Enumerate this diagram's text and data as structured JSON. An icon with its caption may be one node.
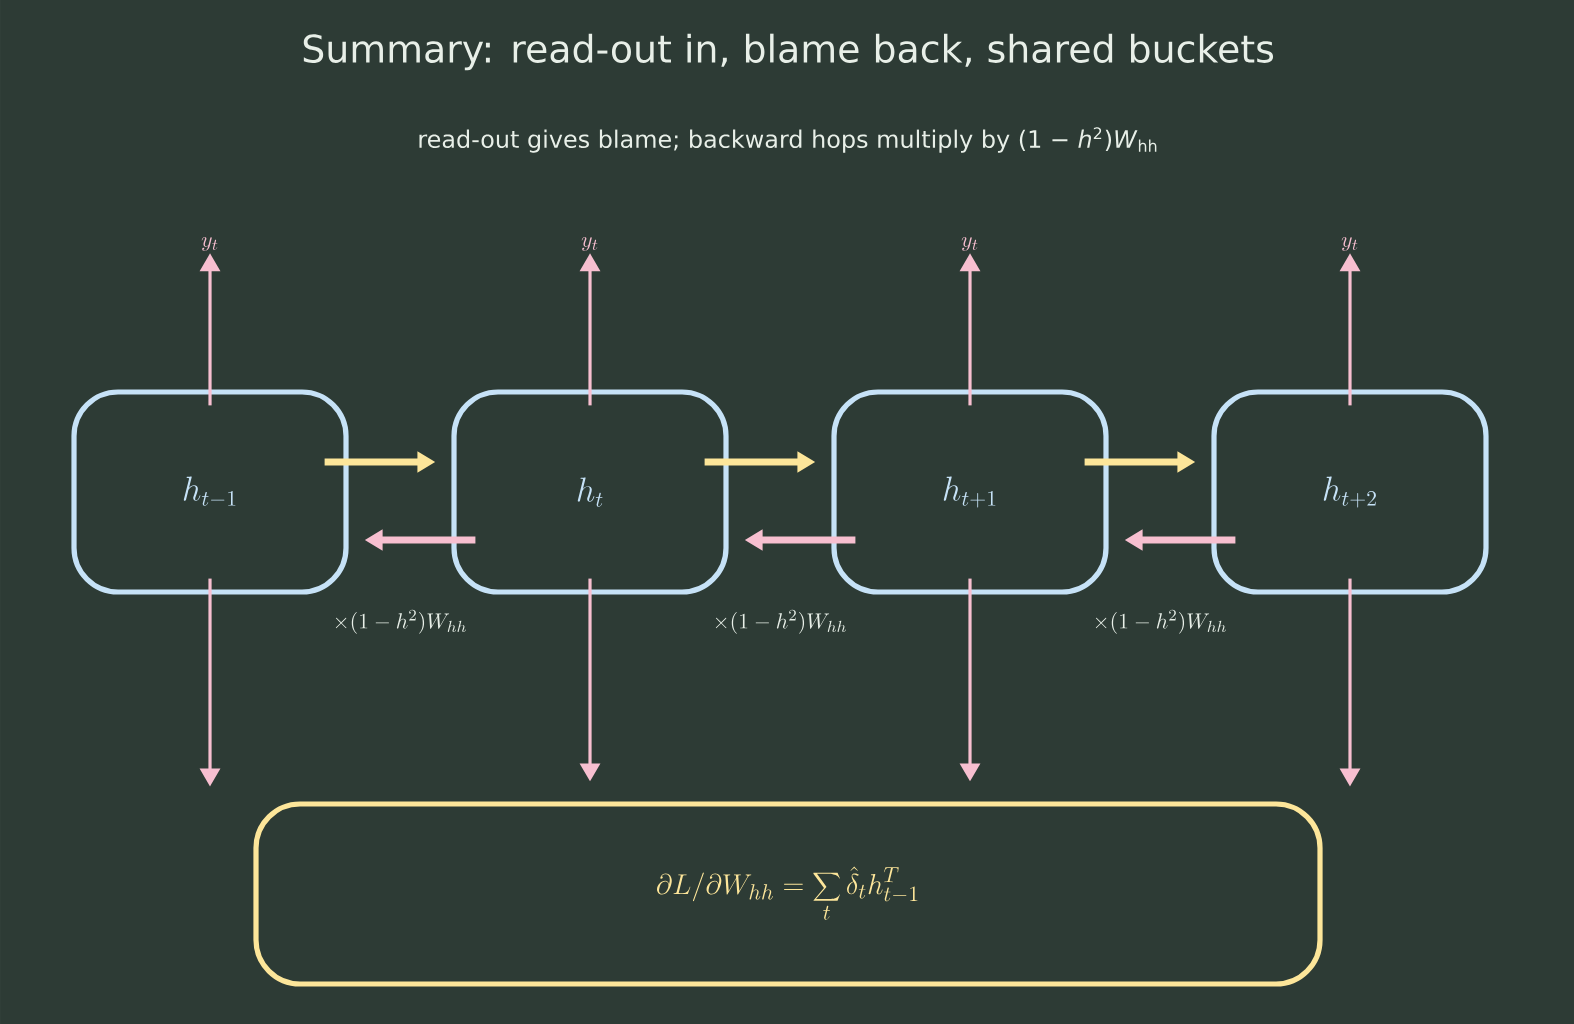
{
  "diagram": {
    "title": "Summary: read-out in, blame back, shared buckets",
    "caption": "read-out gives blame; backward hops multiply by (1 − *h*$^{2}$)*W*$_{hh}$",
    "nodes": [
      {
        "text": [
          "h_{t-1}"
        ]
      },
      {
        "text": [
          "h_t"
        ]
      },
      {
        "text": [
          "h_{t+1}"
        ]
      },
      {
        "text": [
          "h_{t+2}"
        ]
      },
      {
        "text": [
          "y_t"
        ]
      },
      {
        "text": [
          "y_t"
        ]
      },
      {
        "text": [
          "y_t"
        ]
      },
      {
        "text": [
          "y_t"
        ]
      },
      {
        "text": [
          "\\partial L/\\partial W_{hh}=\\sum_t \\hat{\\delta}_t h_{t-1}^T"
        ]
      }
    ],
    "edges": [
      {
        "from": 0,
        "to": 1,
        "arrow": "to",
        "style": "thick",
        "color": "#fde69a"
      },
      {
        "from": 1,
        "to": 0,
        "arrow": "to",
        "style": "thick",
        "label": "\\times(1-h^2)W_{hh}"
      },
      {
        "from": 1,
        "to": 2,
        "arrow": "to",
        "style": "thick",
        "color": "#fde69a"
      },
      {
        "from": 2,
        "to": 1,
        "arrow": "to",
        "style": "thick",
        "label": "\\times(1-h^2)W_{hh}"
      },
      {
        "from": 2,
        "to": 3,
        "arrow": "to",
        "style": "thick",
        "color": "#fde69a"
      },
      {
        "from": 3,
        "to": 2,
        "arrow": "to",
        "style": "thick",
        "label": "\\times(1-h^2)W_{hh}"
      },
      {
        "from": 0,
        "to": 4,
        "arrow": "to"
      },
      {
        "from": 1,
        "to": 5,
        "arrow": "to"
      },
      {
        "from": 2,
        "to": 6,
        "arrow": "to"
      },
      {
        "from": 3,
        "to": 7,
        "arrow": "to"
      },
      {
        "from": 0,
        "to": null,
        "arrow": "to"
      },
      {
        "from": 1,
        "to": 8,
        "arrow": "to"
      },
      {
        "from": 2,
        "to": 8,
        "arrow": "to"
      },
      {
        "from": 3,
        "to": null,
        "arrow": "to"
      }
    ]
  }
}
